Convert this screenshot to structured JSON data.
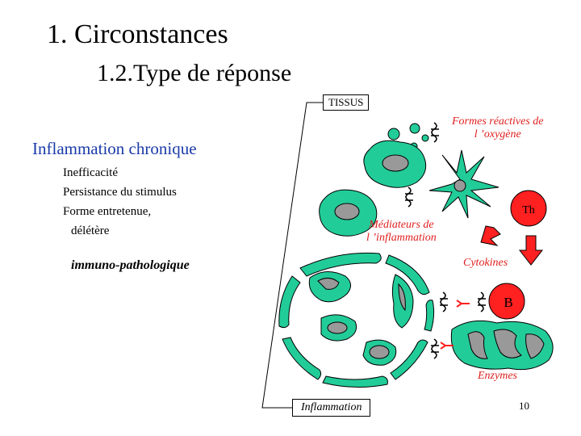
{
  "slide": {
    "title": "1. Circonstances",
    "subtitle": "1.2.Type de réponse",
    "heading": "Inflammation chronique",
    "points": [
      "Inefficacité",
      "Persistance du stimulus",
      "Forme entretenue,",
      "délétère"
    ],
    "immuno": "immuno-pathologique",
    "page_number": "10"
  },
  "diagram": {
    "tissue_label": "TISSUS",
    "inflammation_label": "Inflammation",
    "reactive_oxygen_label": [
      "Formes réactives de",
      "l ’oxygène"
    ],
    "mediators_label": [
      "Médiateurs de",
      "l ’inflammation"
    ],
    "cytokines_label": "Cytokines",
    "enzymes_label": "Enzymes",
    "th_label": "Th",
    "b_label": "B"
  },
  "colors": {
    "cell_teal": "#22cc99",
    "nucleus_grey": "#999999",
    "red_cell": "#ff2020",
    "label_red": "#e02020",
    "heading_blue": "#1a3aa8"
  }
}
